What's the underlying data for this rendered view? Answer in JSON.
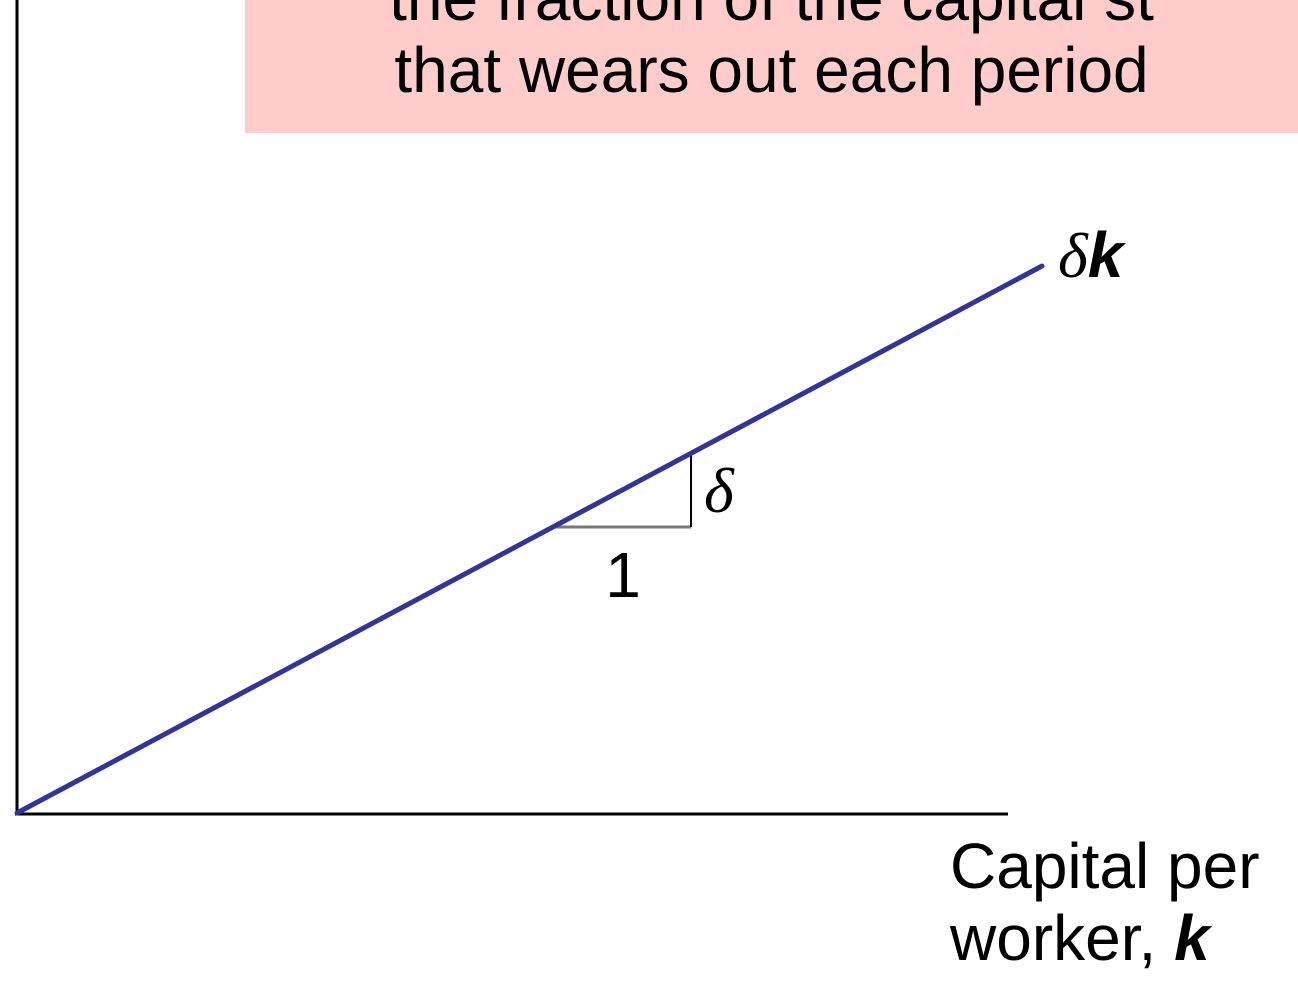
{
  "colors": {
    "note_background": "#ffcccc",
    "line": "#333399",
    "triangle": "#777777",
    "axes": "#000000",
    "text": "#000000"
  },
  "note": {
    "line1": "the fraction of the capital st",
    "line2": "that wears out each period"
  },
  "line_label": {
    "symbol": "δ",
    "variable": "k"
  },
  "slope_triangle": {
    "rise_label": "δ",
    "run_label": "1"
  },
  "x_axis": {
    "title_line1": "Capital per",
    "title_line2_prefix": "worker, ",
    "title_line2_var": "k"
  }
}
